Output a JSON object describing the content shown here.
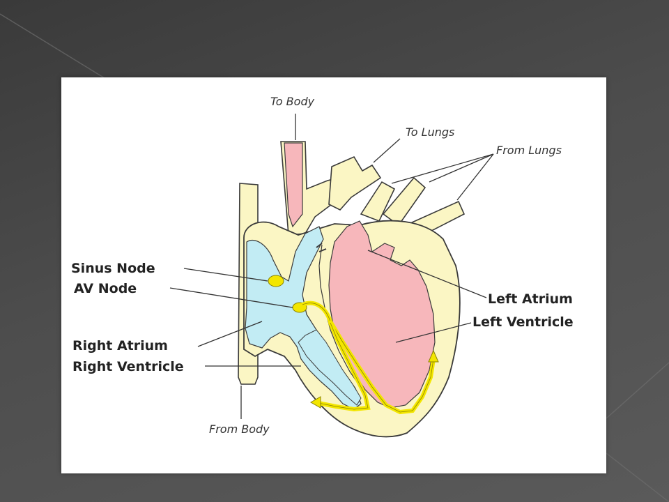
{
  "colors": {
    "background": "#4a4a4a",
    "panel": "#ffffff",
    "vessel_wall": "#fbf6c4",
    "oxygenated": "#f7b7bb",
    "deoxygenated": "#c2ecf4",
    "conduction": "#f3e600",
    "outline": "#3a3a3a"
  },
  "labels": {
    "to_body": "To Body",
    "to_lungs": "To Lungs",
    "from_lungs": "From Lungs",
    "sinus_node": "Sinus Node",
    "av_node": "AV Node",
    "right_atrium": "Right Atrium",
    "right_ventricle": "Right Ventricle",
    "left_atrium": "Left Atrium",
    "left_ventricle": "Left Ventricle",
    "from_body": "From Body"
  }
}
